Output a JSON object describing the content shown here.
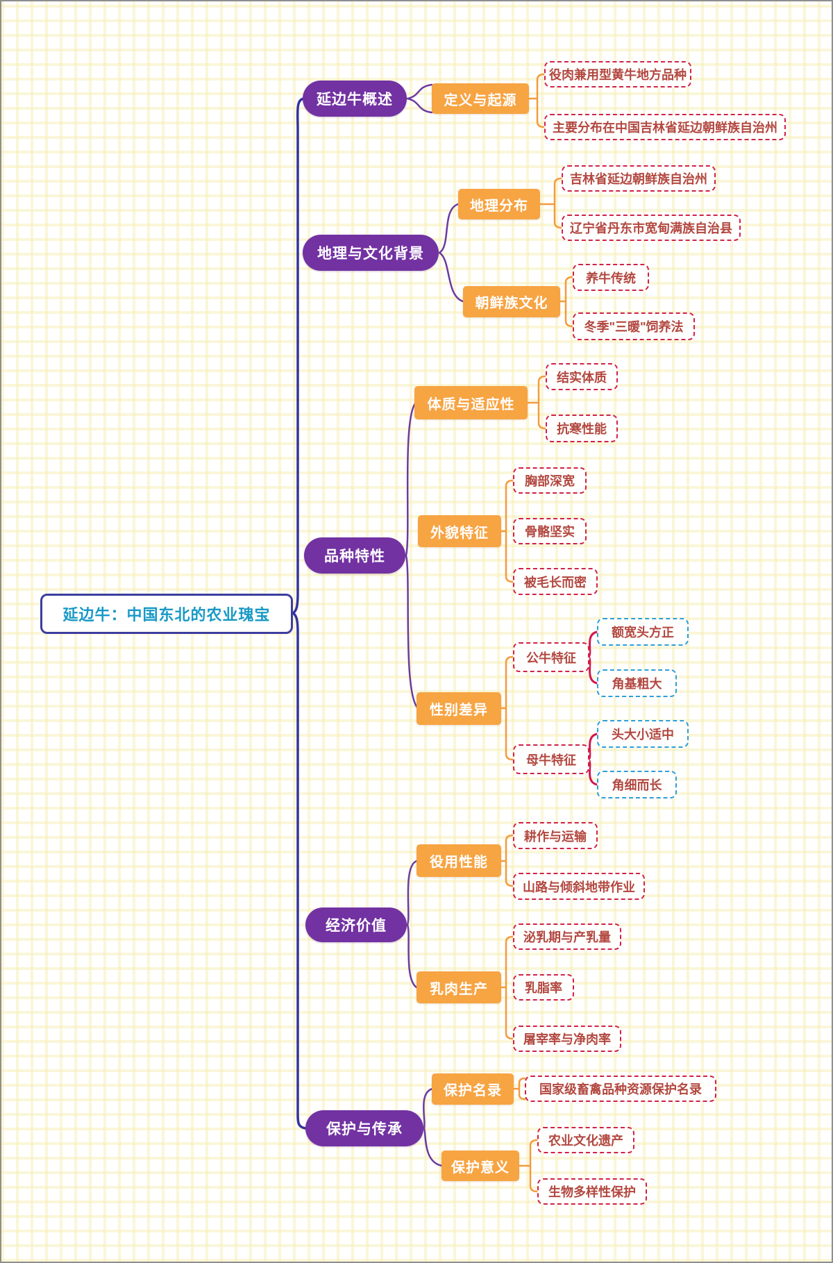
{
  "colors": {
    "branch_fill": "#7232a2",
    "topic_fill": "#f7a443",
    "leaf_border": "#cf2147",
    "leaf_text": "#b2473f",
    "blue_border": "#2e9ed8",
    "root_text": "#1899c6",
    "root_border": "#3c3da0",
    "trunk": "#33339e",
    "brace": "#6c3aa0",
    "bracket": "#f49b3c",
    "crimson": "#d4164e"
  },
  "mindmap": {
    "root": {
      "label": "延边牛：中国东北的农业瑰宝"
    },
    "branches": [
      {
        "label": "延边牛概述",
        "topics": [
          {
            "label": "定义与起源",
            "children": [
              {
                "label": "役肉兼用型黄牛地方品种"
              },
              {
                "label": "主要分布在中国吉林省延边朝鲜族自治州"
              }
            ]
          }
        ]
      },
      {
        "label": "地理与文化背景",
        "topics": [
          {
            "label": "地理分布",
            "children": [
              {
                "label": "吉林省延边朝鲜族自治州"
              },
              {
                "label": "辽宁省丹东市宽甸满族自治县"
              }
            ]
          },
          {
            "label": "朝鲜族文化",
            "children": [
              {
                "label": "养牛传统"
              },
              {
                "label": "冬季\"三暖\"饲养法"
              }
            ]
          }
        ]
      },
      {
        "label": "品种特性",
        "topics": [
          {
            "label": "体质与适应性",
            "children": [
              {
                "label": "结实体质"
              },
              {
                "label": "抗寒性能"
              }
            ]
          },
          {
            "label": "外貌特征",
            "children": [
              {
                "label": "胸部深宽"
              },
              {
                "label": "骨骼坚实"
              },
              {
                "label": "被毛长而密"
              }
            ]
          },
          {
            "label": "性别差异",
            "children": [
              {
                "label": "公牛特征",
                "children": [
                  {
                    "label": "额宽头方正"
                  },
                  {
                    "label": "角基粗大"
                  }
                ]
              },
              {
                "label": "母牛特征",
                "children": [
                  {
                    "label": "头大小适中"
                  },
                  {
                    "label": "角细而长"
                  }
                ]
              }
            ]
          }
        ]
      },
      {
        "label": "经济价值",
        "topics": [
          {
            "label": "役用性能",
            "children": [
              {
                "label": "耕作与运输"
              },
              {
                "label": "山路与倾斜地带作业"
              }
            ]
          },
          {
            "label": "乳肉生产",
            "children": [
              {
                "label": "泌乳期与产乳量"
              },
              {
                "label": "乳脂率"
              },
              {
                "label": "屠宰率与净肉率"
              }
            ]
          }
        ]
      },
      {
        "label": "保护与传承",
        "topics": [
          {
            "label": "保护名录",
            "children": [
              {
                "label": "国家级畜禽品种资源保护名录"
              }
            ]
          },
          {
            "label": "保护意义",
            "children": [
              {
                "label": "农业文化遗产"
              },
              {
                "label": "生物多样性保护"
              }
            ]
          }
        ]
      }
    ]
  }
}
